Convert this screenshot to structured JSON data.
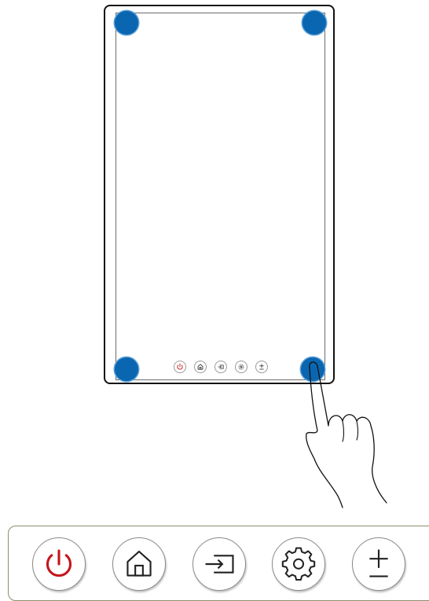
{
  "colors": {
    "touch_point": "#0a66b0",
    "power_icon": "#c4161c",
    "icon_stroke": "#222222",
    "frame": "#111111",
    "panel_border": "#8d8d6b"
  },
  "touch_points": [
    {
      "name": "touch-point-top-left"
    },
    {
      "name": "touch-point-top-right"
    },
    {
      "name": "touch-point-bottom-left"
    },
    {
      "name": "touch-point-bottom-right"
    }
  ],
  "buttons": [
    {
      "icon": "power-icon"
    },
    {
      "icon": "home-icon"
    },
    {
      "icon": "source-input-icon"
    },
    {
      "icon": "settings-gear-icon"
    },
    {
      "icon": "volume-plus-minus-icon"
    }
  ],
  "pointer": {
    "icon": "pointing-hand-icon"
  }
}
